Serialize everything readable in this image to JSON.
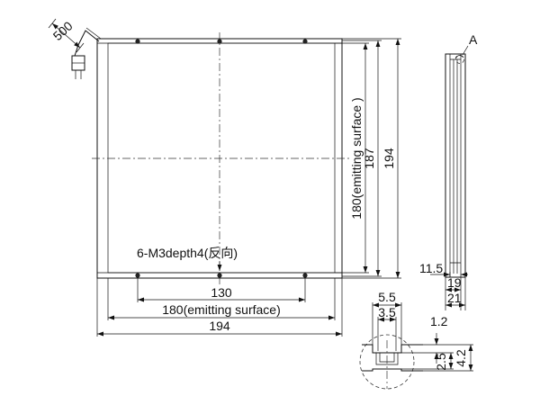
{
  "labels": {
    "cable": "500",
    "holes": "6-M3depth4(反向)",
    "hole_pitch": "130",
    "emit_w": "180(emitting surface)",
    "total_w": "194",
    "emit_h": "180(emitting surface )",
    "h187": "187",
    "total_h": "194",
    "detail_a": "A",
    "d11_5": "11.5",
    "d19": "19",
    "d21": "21",
    "d5_5": "5.5",
    "d3_5": "3.5",
    "d1_2": "1.2",
    "d2_5": "2.5",
    "d4_2": "4.2"
  }
}
